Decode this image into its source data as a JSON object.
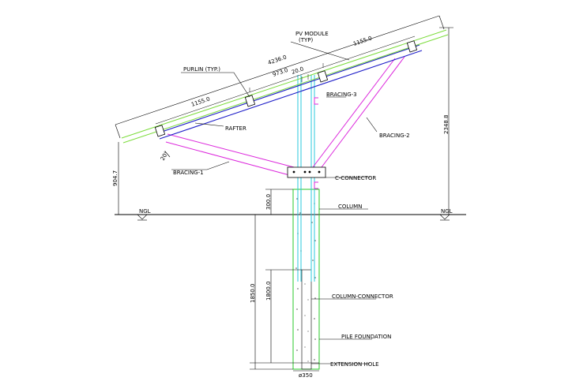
{
  "labels": {
    "pv_module": "PV MODULE",
    "pv_module_typ": "(TYP)",
    "purlin": "PURLIN (TYP.)",
    "rafter": "RAFTER",
    "bracing_1": "BRACING-1",
    "bracing_2": "BRACING-2",
    "bracing_3": "BRACING-3",
    "c_connector": "C-CONNECTOR",
    "column": "COLUMN",
    "column_connector": "COLUMN-CONNECTOR",
    "pile_foundation": "PILE FOUNDATION",
    "extension_hole": "EXTENSION HOLE",
    "ngl_left": "NGL",
    "ngl_right": "NGL"
  },
  "dimensions": {
    "module_length": "4236.0",
    "purlin_span_right": "1155.0",
    "purlin_span_left": "1155.0",
    "purlin_span_mid": "973.0",
    "purlin_gap": "20.0",
    "total_height": "2348.8",
    "front_height": "904.7",
    "embed_300": "300.0",
    "embed_1800": "1800.0",
    "embed_1850": "1850.0",
    "pile_dia": "ø350",
    "angle": "20°"
  },
  "colors": {
    "module": "#7cdc3c",
    "rafter": "#1e1ec8",
    "bracing": "#dc28dc",
    "column": "#28c8dc",
    "pile": "#28c828",
    "line": "#000000"
  }
}
